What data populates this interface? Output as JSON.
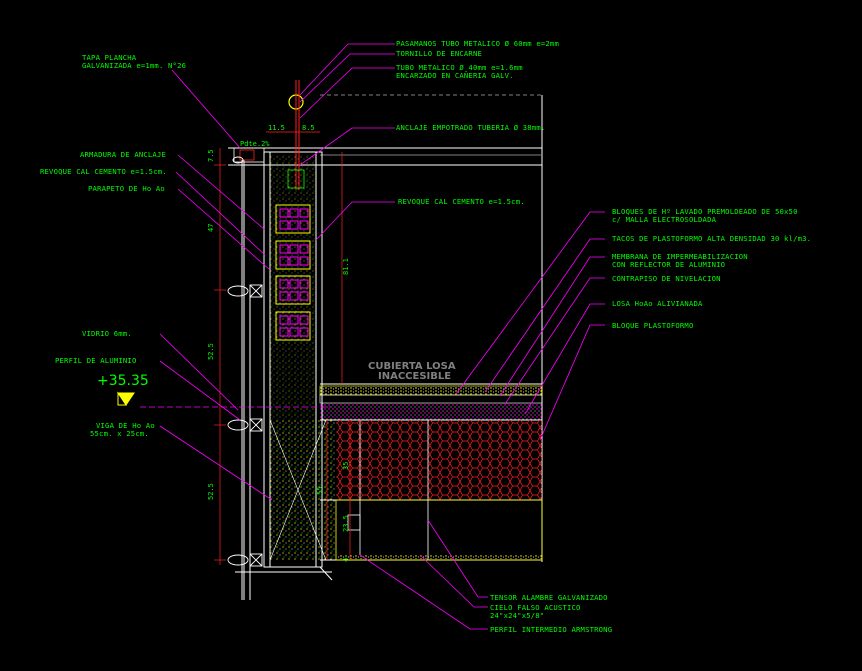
{
  "colors": {
    "background": "#000000",
    "label": "#00ff00",
    "leader": "#ff00ff",
    "structure": "#ffffff",
    "hatch_red": "#ff2020",
    "hatch_yellow": "#ffff00",
    "glass_cyan": "#00ffff",
    "title_grey": "#808080"
  },
  "labels_left": {
    "tapa_1": "TAPA PLANCHA",
    "tapa_2": "GALVANIZADA e=1mm. N°26",
    "armadura": "ARMADURA DE ANCLAJE",
    "revoque_left": "REVOQUE CAL CEMENTO e=1.5cm.",
    "parapeto": "PARAPETO DE Ho Ao",
    "vidrio": "VIDRIO 6mm.",
    "perfil_aluminio": "PERFIL DE ALUMINIO",
    "viga_1": "VIGA DE Ho Ao",
    "viga_2": "55cm. x 25cm."
  },
  "labels_top": {
    "pasamanos": "PASAMANOS TUBO METALICO Ø 60mm e=2mm",
    "tornillo": "TORNILLO DE ENCARNE",
    "tubo_1": "TUBO METALICO Ø 40mm e=1.6mm",
    "tubo_2": "ENCARZADO EN CAÑERIA GALV.",
    "anclaje": "ANCLAJE EMPOTRADO TUBERIA Ø 38mm.",
    "revoque_right": "REVOQUE CAL CEMENTO e=1.5cm."
  },
  "labels_right": {
    "bloques_1": "BLOQUES DE Hº LAVADO PREMOLDEADO DE 50x50",
    "bloques_2": "c/ MALLA ELECTROSOLDADA",
    "tacos": "TACOS DE PLASTOFORMO ALTA DENSIDAD 30 kl/m3.",
    "membrana_1": "MEMBRANA DE IMPERMEABILIZACION",
    "membrana_2": "CON REFLECTOR DE ALUMINIO",
    "contrapiso": "CONTRAPISO DE NIVELACION",
    "losa": "LOSA HoAo ALIVIANADA",
    "bloque_plasto": "BLOQUE PLASTOFORMO"
  },
  "labels_bottom": {
    "tensor": "TENSOR ALAMBRE GALVANIZADO",
    "cielo_1": "CIELO FALSO ACUSTICO",
    "cielo_2": "24\"x24\"x5/8\"",
    "perfil_armstrong": "PERFIL INTERMEDIO ARMSTRONG"
  },
  "title": {
    "line1": "CUBIERTA LOSA",
    "line2": "INACCESIBLE"
  },
  "level": "+35.35",
  "slope": "Pdte.2%",
  "dimensions": {
    "d_11_5": "11.5",
    "d_8_5": "8.5",
    "d_7_5": "7.5",
    "d_47": "47",
    "d_81_1": "81.1",
    "d_52_5a": "52.5",
    "d_52_5b": "52.5",
    "d_35": "35",
    "d_55": "55",
    "d_23_5": "23.5",
    "d_4": "4"
  }
}
